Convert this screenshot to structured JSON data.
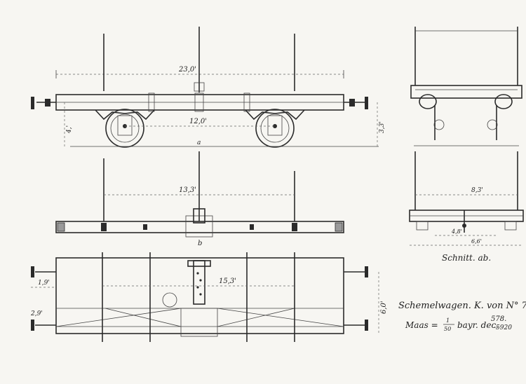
{
  "colors": {
    "paper": "#f7f6f2",
    "ink": "#2b2b2b"
  },
  "dimensions": {
    "side_total_length": "23,0'",
    "side_wheelbase": "12,0'",
    "side_buffer_height": "4,'",
    "side_overall_height": "3,3'",
    "side_axle_mark_left": "a",
    "top_beam_span": "13,3'",
    "section_label_b": "b",
    "plan_inner_span": "15,3'",
    "plan_left_offset": "1,9'",
    "plan_lower_left": "2,9'",
    "plan_width": "6,0'",
    "end_section_width": "8,3'",
    "end_track_gauge": "4,8'",
    "end_outer_width": "6,6'"
  },
  "section_label": "Schnitt. ab.",
  "title": {
    "main": "Schemelwagen. K. von N° 7",
    "number_top": "578.",
    "number_bottom": "-5920",
    "scale_prefix": "Maas =",
    "scale_numerator": "1",
    "scale_denominator": "50",
    "scale_suffix": "bayr. dec."
  }
}
